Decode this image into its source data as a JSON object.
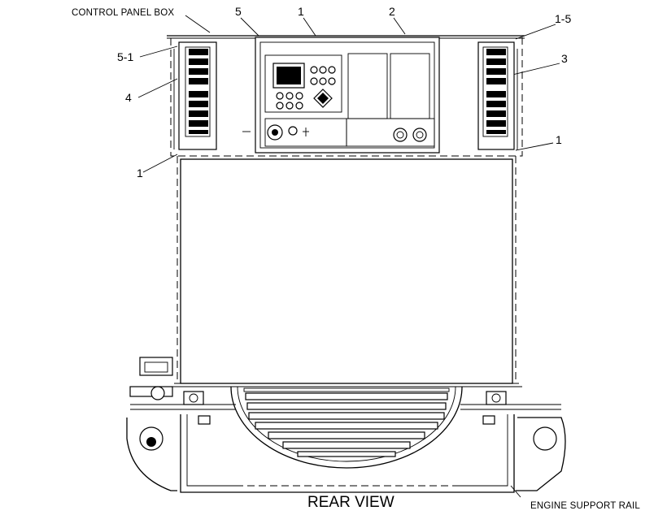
{
  "labels": {
    "control_panel_box": "CONTROL PANEL BOX",
    "rear_view": "REAR VIEW",
    "engine_support_rail": "ENGINE SUPPORT RAIL"
  },
  "callouts": {
    "c5_top": "5",
    "c1_top": "1",
    "c2_top": "2",
    "c1_5": "1-5",
    "c5_1": "5-1",
    "c3": "3",
    "c4": "4",
    "c1_left": "1",
    "c1_right": "1"
  }
}
